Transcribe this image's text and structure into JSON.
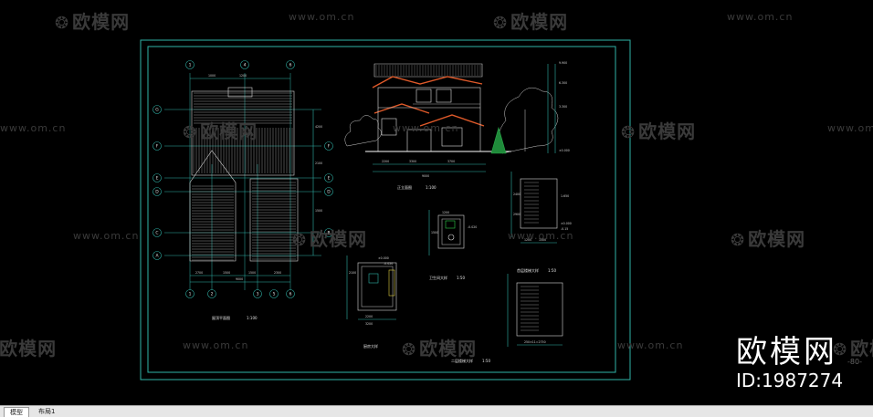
{
  "watermark": {
    "logo": "欧模网",
    "url": "www.om.cn"
  },
  "brand": {
    "name": "欧模网",
    "id": "ID:1987274"
  },
  "page_number": "-80-",
  "tabs": [
    {
      "label": "模型",
      "active": true
    },
    {
      "label": "布局1",
      "active": false
    }
  ],
  "drawing": {
    "plan_title": "屋顶平面图",
    "plan_scale": "1:100",
    "elevation_title": "正立面图",
    "elevation_scale": "1:100",
    "kitchen_title": "厨房大样",
    "toilet_title": "卫生间大样",
    "toilet_scale": "1:50",
    "stair1_title": "首层楼梯大样",
    "stair1_scale": "1:50",
    "stair2_title": "二层楼梯大样",
    "stair2_scale": "1:50",
    "grid_top": [
      "1",
      "4",
      "6"
    ],
    "grid_bottom": [
      "1",
      "2",
      "3",
      "5",
      "6"
    ],
    "grid_left": [
      "G",
      "F",
      "E",
      "D",
      "C",
      "A"
    ],
    "grid_right": [
      "F",
      "E",
      "D",
      "B"
    ],
    "plan_dims_top": [
      "1000",
      "1200"
    ],
    "plan_dims_bottom": [
      "2700",
      "1500",
      "1500",
      "2300"
    ],
    "plan_dims_bottom_total": "9000",
    "plan_dims_right": [
      "4200",
      "2100",
      "1500"
    ],
    "elev_levels": [
      "9.900",
      "6.300",
      "3.300",
      "±0.000"
    ],
    "elev_dims_bottom": [
      "2200",
      "3300",
      "3700"
    ],
    "elev_dims_bottom_total": "9000",
    "stair_dims": [
      "1200",
      "1500",
      "2400",
      "2900"
    ],
    "stair_levels": [
      "±0.000",
      "-0.15",
      "1.650"
    ],
    "stair2_dims": [
      "250×11=2750"
    ],
    "kitchen_dims": [
      "2100",
      "2200",
      "3200"
    ],
    "kitchen_levels": [
      "±0.000",
      "-0.020"
    ],
    "toilet_dims": [
      "1200",
      "1500"
    ],
    "toilet_levels": [
      "-0.020"
    ]
  }
}
